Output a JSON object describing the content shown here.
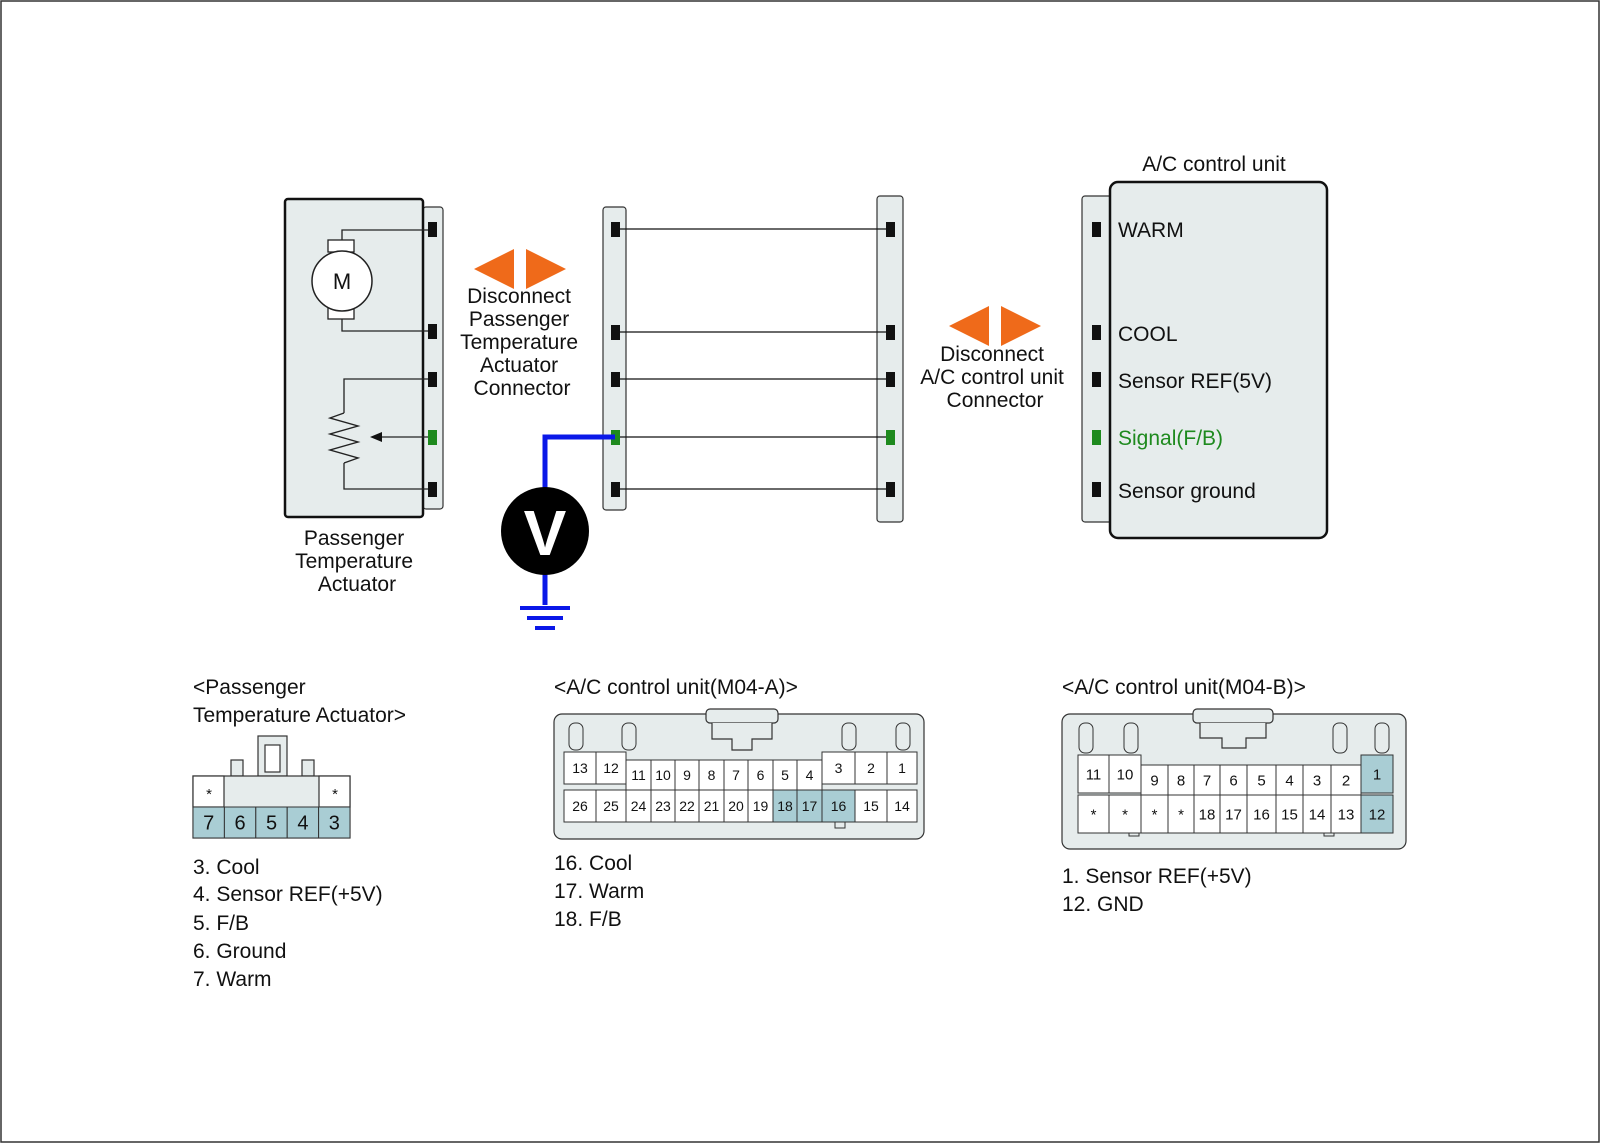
{
  "colors": {
    "panel_fill": "#e6ecec",
    "highlight_pin": "#a9cdd4",
    "probe_wire": "#0a18e8",
    "arrow": "#ef6a1a",
    "signal_green": "#1e8a1e",
    "meter_fill": "#000000"
  },
  "actuator": {
    "motor_label": "M",
    "caption": [
      "Passenger",
      "Temperature",
      "Actuator"
    ]
  },
  "disconnect_actuator": {
    "lines": [
      "Disconnect",
      "Passenger",
      "Temperature",
      "Actuator",
      "Connector"
    ]
  },
  "disconnect_acu": {
    "lines": [
      "Disconnect",
      "A/C control unit",
      "Connector"
    ]
  },
  "meter": {
    "label": "V"
  },
  "acu": {
    "title": "A/C control unit",
    "terminals": [
      {
        "label": "WARM",
        "signal": false
      },
      {
        "label": "COOL",
        "signal": false
      },
      {
        "label": "Sensor REF(5V)",
        "signal": false
      },
      {
        "label": "Signal(F/B)",
        "signal": true
      },
      {
        "label": "Sensor ground",
        "signal": false
      }
    ]
  },
  "connector_actuator": {
    "title": [
      "<Passenger",
      "Temperature Actuator>"
    ],
    "top_row": [
      "*",
      "",
      "",
      "",
      "*"
    ],
    "bottom_row": [
      "7",
      "6",
      "5",
      "4",
      "3"
    ],
    "highlighted": [
      "7",
      "6",
      "5",
      "4",
      "3"
    ],
    "legend": [
      {
        "text": "3. Cool",
        "signal": false
      },
      {
        "text": "4. Sensor REF(+5V)",
        "signal": false
      },
      {
        "text": "5. F/B",
        "signal": true
      },
      {
        "text": "6. Ground",
        "signal": false
      },
      {
        "text": "7. Warm",
        "signal": false
      }
    ]
  },
  "connector_m04a": {
    "title": "<A/C control unit(M04-A)>",
    "top_row": [
      "13",
      "12",
      "11",
      "10",
      "9",
      "8",
      "7",
      "6",
      "5",
      "4",
      "3",
      "2",
      "1"
    ],
    "bottom_row": [
      "26",
      "25",
      "24",
      "23",
      "22",
      "21",
      "20",
      "19",
      "18",
      "17",
      "16",
      "15",
      "14"
    ],
    "highlighted": [
      "18",
      "17",
      "16"
    ],
    "legend": [
      {
        "text": "16. Cool",
        "signal": false
      },
      {
        "text": "17. Warm",
        "signal": false
      },
      {
        "text": "18. F/B",
        "signal": true
      }
    ]
  },
  "connector_m04b": {
    "title": "<A/C control unit(M04-B)>",
    "top_row": [
      "11",
      "10",
      "9",
      "8",
      "7",
      "6",
      "5",
      "4",
      "3",
      "2",
      "1"
    ],
    "bottom_row": [
      "*",
      "*",
      "*",
      "*",
      "18",
      "17",
      "16",
      "15",
      "14",
      "13",
      "12"
    ],
    "highlighted": [
      "1",
      "12"
    ],
    "legend": [
      {
        "text": "1. Sensor REF(+5V)",
        "signal": false
      },
      {
        "text": "12. GND",
        "signal": false
      }
    ]
  }
}
